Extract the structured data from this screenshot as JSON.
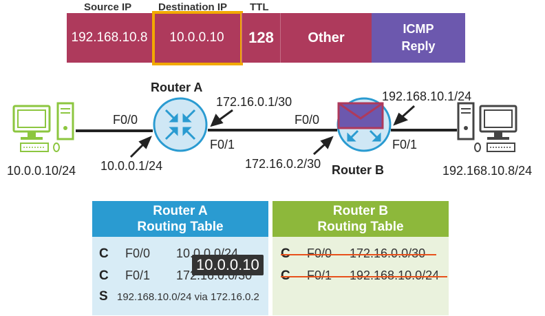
{
  "packet": {
    "headers": {
      "source_ip": "Source IP",
      "destination_ip": "Destination IP",
      "ttl": "TTL"
    },
    "cells": {
      "source_ip": "192.168.10.8",
      "destination_ip": "10.0.0.10",
      "ttl": "128",
      "other": "Other",
      "protocol_line1": "ICMP",
      "protocol_line2": "Reply"
    },
    "colors": {
      "packet_red": "#ae3a5c",
      "icmp_purple": "#6c58ae",
      "highlight_border": "#f2a900"
    }
  },
  "network": {
    "router_a": {
      "name": "Router A",
      "left_interface": "F0/0",
      "right_interface": "F0/1",
      "left_ip": "10.0.0.1/24",
      "right_ip": "172.16.0.1/30"
    },
    "router_b": {
      "name": "Router B",
      "left_interface": "F0/0",
      "right_interface": "F0/1",
      "left_ip": "172.16.0.2/30",
      "right_ip": "192.168.10.1/24"
    },
    "left_host_ip": "10.0.0.10/24",
    "right_host_ip": "192.168.10.8/24",
    "colors": {
      "router_fill": "#cfe7f5",
      "router_ring": "#2a9bd1",
      "green_host": "#8cc63f",
      "dark_host": "#444444"
    }
  },
  "routing_tables": {
    "router_a": {
      "title_line1": "Router A",
      "title_line2": "Routing Table",
      "rows": [
        {
          "code": "C",
          "interface": "F0/0",
          "network": "10.0.0.0/24"
        },
        {
          "code": "C",
          "interface": "F0/1",
          "network": "172.16.0.0/30"
        },
        {
          "code": "S",
          "route": "192.168.10.0/24 via 172.16.0.2"
        }
      ],
      "header_color": "#2a9bd1",
      "body_color": "#d8ecf6"
    },
    "router_b": {
      "title_line1": "Router B",
      "title_line2": "Routing Table",
      "rows": [
        {
          "code": "C",
          "interface": "F0/0",
          "network": "172.16.0.0/30"
        },
        {
          "code": "C",
          "interface": "F0/1",
          "network": "192.168.10.0/24"
        }
      ],
      "header_color": "#8db83b",
      "body_color": "#eaf2dd",
      "strike_color": "#e8501a"
    },
    "lookup_tooltip": "10.0.0.10"
  }
}
